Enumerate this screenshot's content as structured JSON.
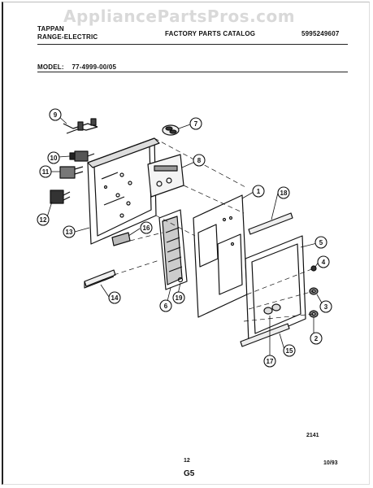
{
  "watermark": "AppliancePartsPros.com",
  "header": {
    "brand_line1": "TAPPAN",
    "brand_line2": "RANGE-ELECTRIC",
    "catalog_title": "FACTORY PARTS CATALOG",
    "catalog_number": "5995249607",
    "model_label": "MODEL:",
    "model_value": "77-4999-00/05"
  },
  "callouts": [
    "9",
    "7",
    "10",
    "8",
    "11",
    "1",
    "18",
    "12",
    "13",
    "16",
    "5",
    "4",
    "14",
    "6",
    "19",
    "3",
    "2",
    "17",
    "15"
  ],
  "footer": {
    "ref_code": "2141",
    "page_number": "12",
    "date": "10/93",
    "section": "G5"
  }
}
